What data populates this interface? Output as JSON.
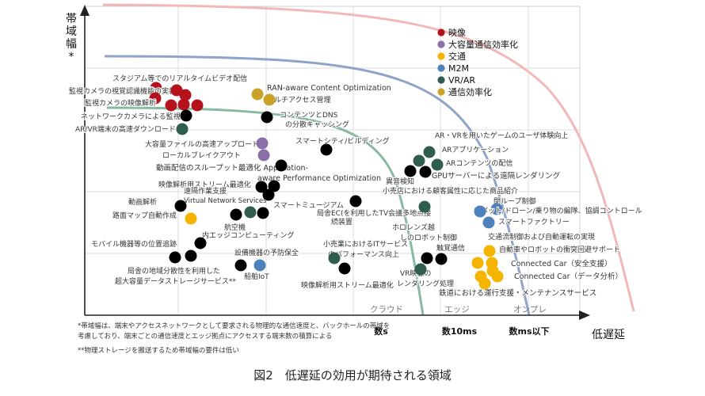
{
  "chart_data": {
    "type": "scatter",
    "title": "",
    "xlabel": "低遅延",
    "ylabel": "帯域幅*",
    "x_ticks": [
      "数s",
      "数10ms",
      "数ms以下"
    ],
    "zones": [
      "クラウド",
      "エッジ",
      "オンプレ"
    ],
    "legend_position": "top-right",
    "grid": true,
    "series": [
      {
        "name": "映像",
        "color": "#b5121b"
      },
      {
        "name": "大容量通信効率化",
        "color": "#8a70a8"
      },
      {
        "name": "交通",
        "color": "#f4b400"
      },
      {
        "name": "M2M",
        "color": "#4f81bd"
      },
      {
        "name": "VR/AR",
        "color": "#2f5d50"
      },
      {
        "name": "通信効率化",
        "color": "#c9a227"
      }
    ],
    "points": [
      {
        "label": "スタジアム等でのリアルタイムビデオ配信",
        "series": "映像"
      },
      {
        "label": "監視カメラの視覚認識機能の実装",
        "series": "映像"
      },
      {
        "label": "監視カメラの映像解析",
        "series": "映像"
      },
      {
        "label": "RAN-aware Content Optimization",
        "series": "通信効率化"
      },
      {
        "label": "マルチアクセス管理",
        "series": "通信効率化"
      },
      {
        "label": "ネットワークカメラによる監視",
        "series": "その他"
      },
      {
        "label": "コンテンツとDNSの分散キャッシング",
        "series": "その他"
      },
      {
        "label": "AR/VR端末の高速ダウンロード",
        "series": "VR/AR"
      },
      {
        "label": "スマートシティ/ビルディング",
        "series": "その他"
      },
      {
        "label": "大容量ファイルの高速アップロード",
        "series": "大容量通信効率化"
      },
      {
        "label": "ローカルブレイクアウト",
        "series": "大容量通信効率化"
      },
      {
        "label": "動画配信のスループット最適化 Application-aware Performance Optimization",
        "series": "その他"
      },
      {
        "label": "映像解析用ストリーム最適化",
        "series": "その他"
      },
      {
        "label": "遠隔作業支援",
        "series": "その他"
      },
      {
        "label": "Virtual Network Services",
        "series": "その他"
      },
      {
        "label": "動画解析",
        "series": "その他"
      },
      {
        "label": "スマートミュージアム",
        "series": "VR/AR"
      },
      {
        "label": "路面マップ自動作成",
        "series": "交通"
      },
      {
        "label": "航空機内エッジコンピューティング",
        "series": "その他"
      },
      {
        "label": "局舎EC(を利用したTV会議多地点接続装置",
        "series": "その他"
      },
      {
        "label": "モバイル機器等の位置追跡",
        "series": "その他"
      },
      {
        "label": "設備機器の予防保全",
        "series": "その他"
      },
      {
        "label": "小売業におけるITサービスのパフォーマンス向上",
        "series": "VR/AR"
      },
      {
        "label": "局舎の地域分散性を利用した超大容量データストレージサービス**",
        "series": "その他"
      },
      {
        "label": "船舶IoT",
        "series": "M2M"
      },
      {
        "label": "映像解析用ストリーム最適化",
        "series": "その他"
      },
      {
        "label": "AR・VRを用いたゲームのユーザ体験向上",
        "series": "VR/AR"
      },
      {
        "label": "ARアプリケーション",
        "series": "VR/AR"
      },
      {
        "label": "ARコンテンツの配信",
        "series": "VR/AR"
      },
      {
        "label": "異音検知",
        "series": "その他"
      },
      {
        "label": "GPUサーバーによる遠隔レンダリング",
        "series": "その他"
      },
      {
        "label": "小売店における顧客属性に応じた商品紹介",
        "series": "VR/AR"
      },
      {
        "label": "閉ループ制御",
        "series": "M2M"
      },
      {
        "label": "ロボット/ドローン/乗り物の編隊、協調コントロール",
        "series": "M2M"
      },
      {
        "label": "スマートファクトリー",
        "series": "M2M"
      },
      {
        "label": "ホロレンズ越しのロボット制御",
        "series": "その他"
      },
      {
        "label": "触覚通信",
        "series": "その他"
      },
      {
        "label": "交通流制御および自動運転の実現",
        "series": "交通"
      },
      {
        "label": "自動車やロボットの衝突回避サポート",
        "series": "交通"
      },
      {
        "label": "Connected Car（安全支援）",
        "series": "交通"
      },
      {
        "label": "Connected Car（データ分析）",
        "series": "交通"
      },
      {
        "label": "VR映像のレンダリング処理",
        "series": "VR/AR"
      },
      {
        "label": "鉄道における運行支援・メンテナンスサービス",
        "series": "交通"
      }
    ]
  },
  "notes": [
    "*帯域幅は、端末やアクセスネットワークとして要求される物理的な通信速度と、バックホールの帯域を",
    "考慮しており、端末ごとの通信速度とエッジ拠点にアクセスする端末数の積算による",
    "**物理ストレージを搬送するため帯域幅の要件は低い"
  ],
  "caption": "図2　低遅延の効用が期待される領域"
}
